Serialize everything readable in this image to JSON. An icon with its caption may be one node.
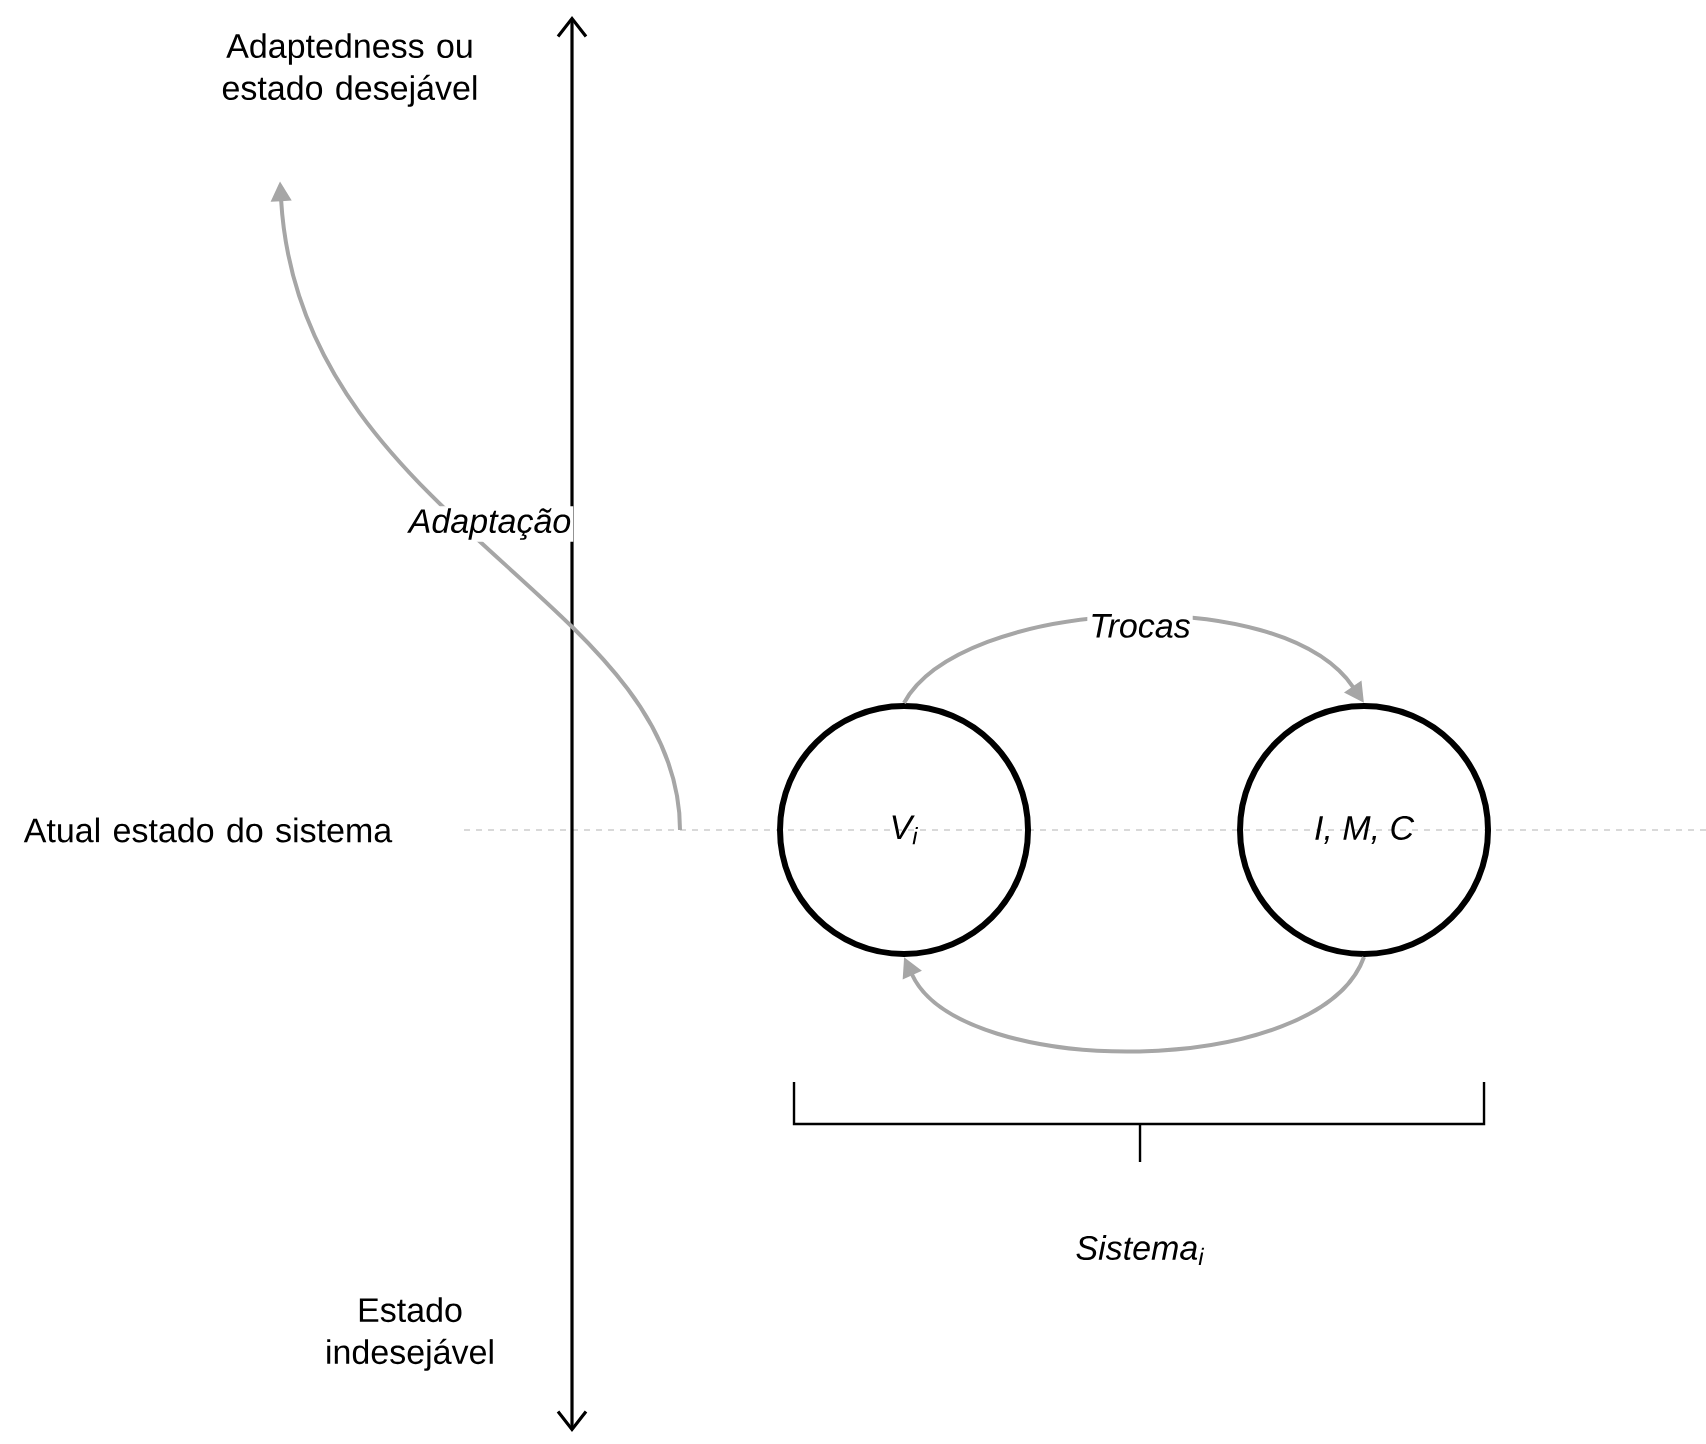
{
  "diagram": {
    "nodes": [
      {
        "text": [
          "Adaptedness ou estado desejável"
        ]
      },
      {
        "text": [
          "Atual estado do sistema"
        ]
      },
      {
        "text": [
          "Estado indesejável"
        ]
      },
      {
        "text": [
          "V$_{i}$"
        ]
      },
      {
        "text": [
          "I, M, C"
        ]
      }
    ],
    "edges": [
      {
        "from": null,
        "to": 0,
        "arrow": "to",
        "label": "Adaptação"
      },
      {
        "from": 3,
        "to": 4,
        "arrow": "to",
        "label": "Trocas"
      },
      {
        "from": 4,
        "to": 3,
        "arrow": "to"
      }
    ],
    "labels": [
      "Sistema$_{i}$"
    ]
  }
}
